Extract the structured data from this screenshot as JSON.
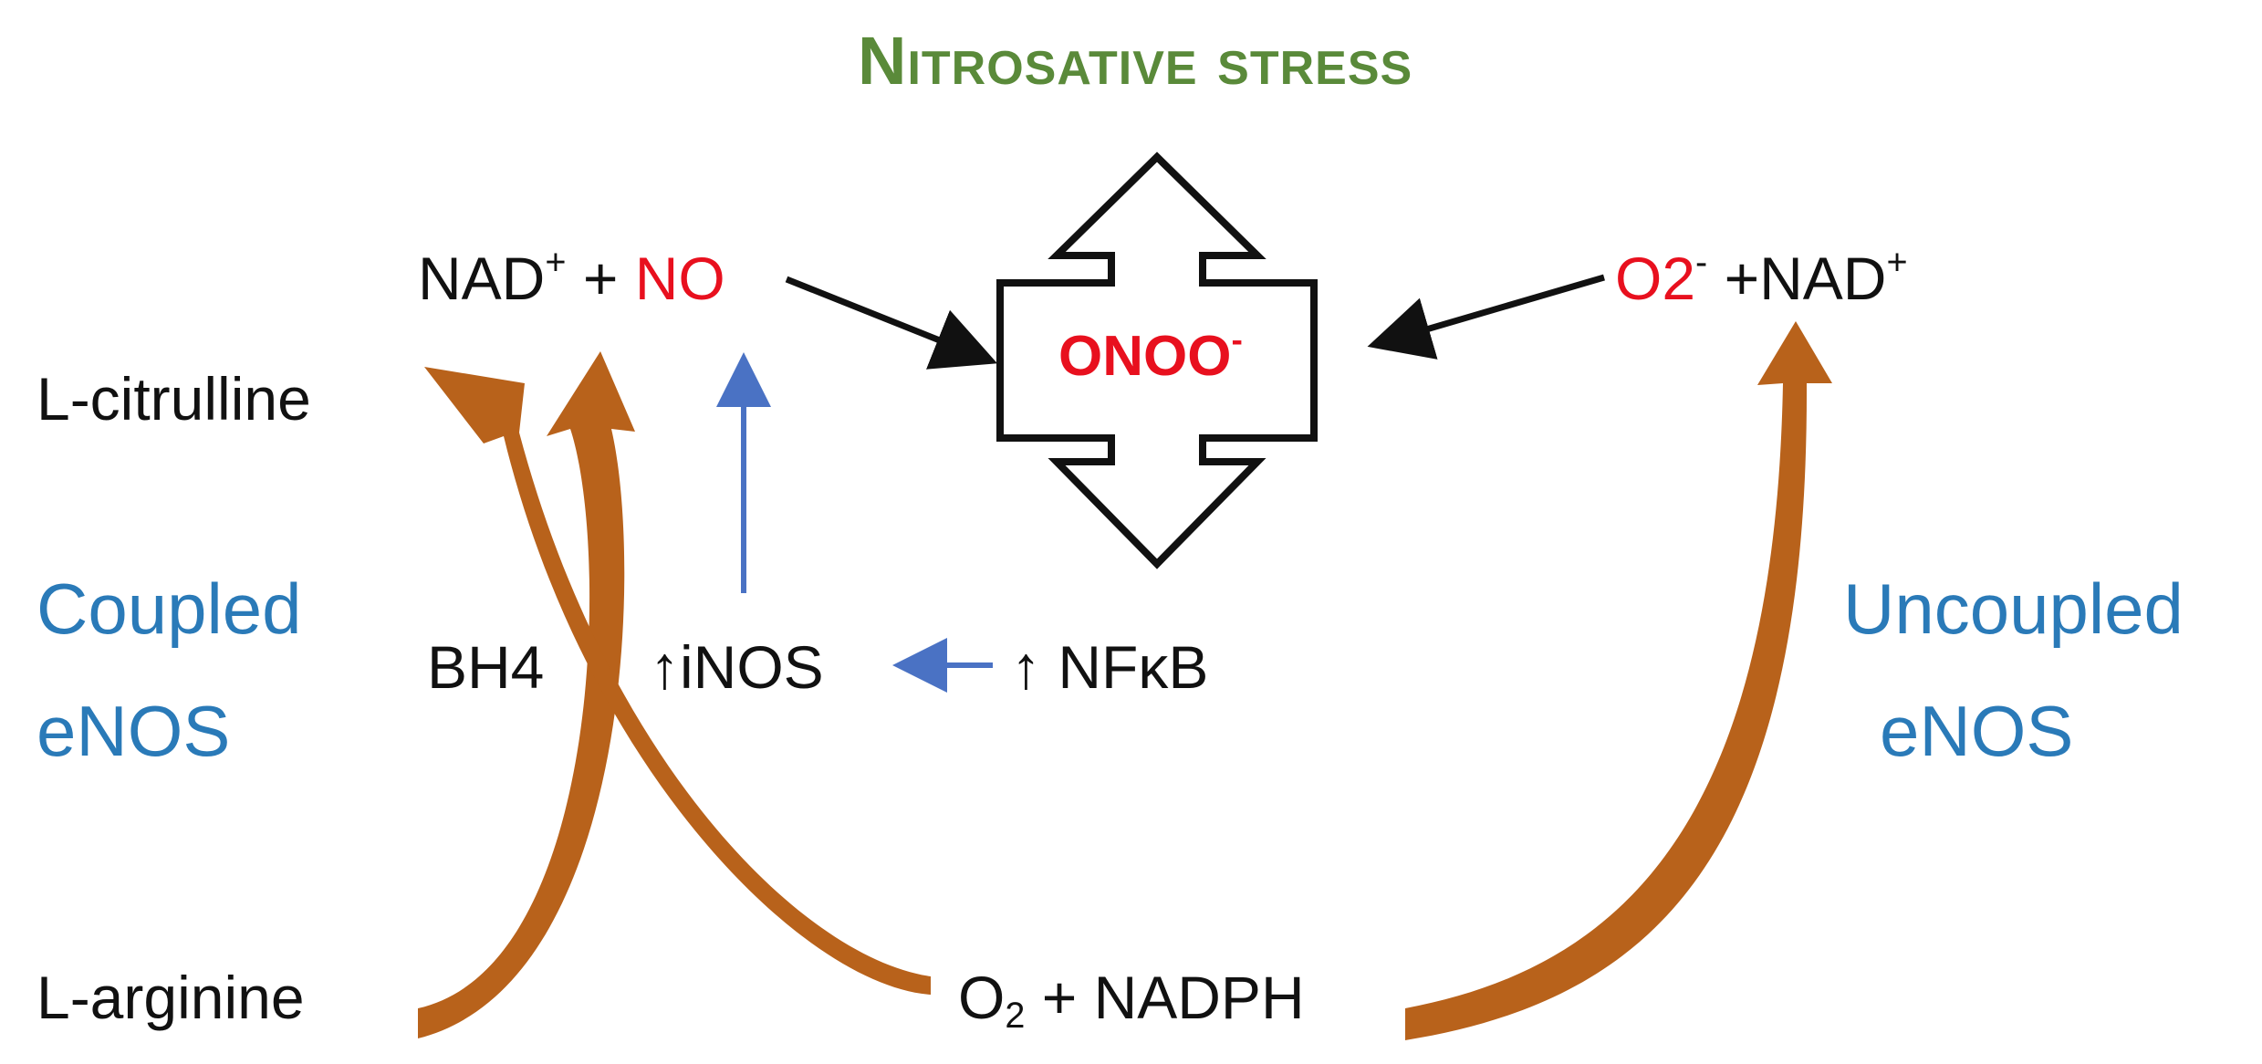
{
  "title": "Nitrosative stress",
  "colors": {
    "title": "#5a8a3a",
    "radical": "#e8101e",
    "enos_label": "#2a7ab8",
    "pathway_arrow": "#b8621b",
    "signal_arrow": "#4a72c4",
    "text": "#111111"
  },
  "center": {
    "label": "ONOO",
    "charge": "-"
  },
  "top_left": {
    "nad": "NAD",
    "nad_charge": "+",
    "plus": "+",
    "no": "NO"
  },
  "top_right": {
    "o2": "O2",
    "o2_charge": "-",
    "plus_nad": "+NAD",
    "nad_charge": "+"
  },
  "l_citrulline": "L-citrulline",
  "l_arginine": "L-arginine",
  "bh4": "BH4",
  "coupled_enos": {
    "line1": "Coupled",
    "line2": "eNOS"
  },
  "uncoupled_enos": {
    "line1": "Uncoupled",
    "line2": "eNOS"
  },
  "inos": {
    "arrow": "↑",
    "label": "iNOS"
  },
  "nfkb": {
    "arrow": "↑",
    "label": "NFκB"
  },
  "o2_nadph": {
    "o": "O",
    "sub": "2",
    "rest": "+ NADPH"
  }
}
